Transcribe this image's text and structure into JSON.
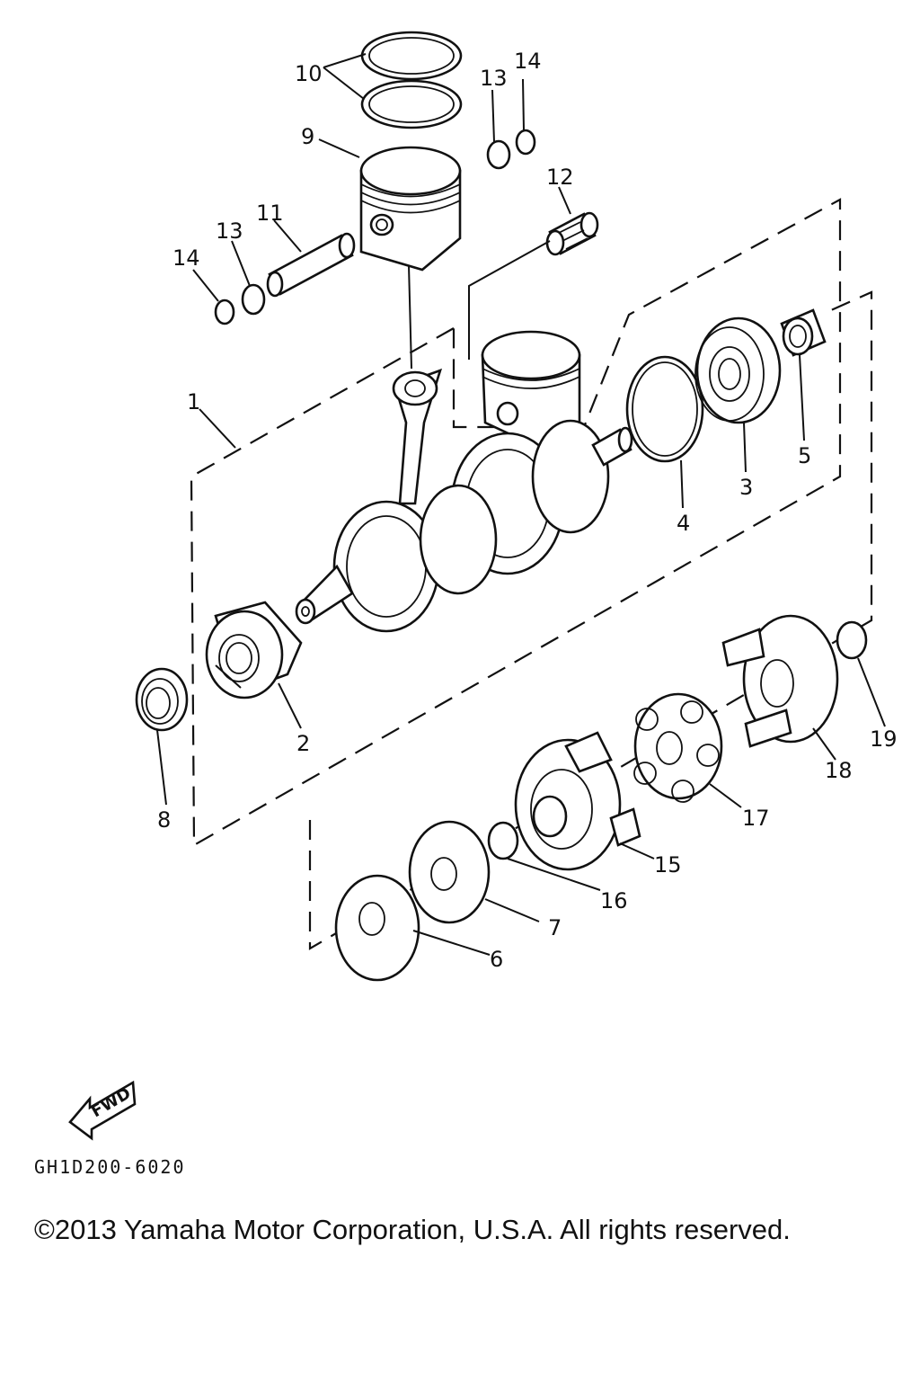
{
  "diagram": {
    "callouts": [
      "10",
      "13",
      "14",
      "9",
      "12",
      "11",
      "13",
      "14",
      "1",
      "5",
      "3",
      "4",
      "2",
      "8",
      "19",
      "18",
      "17",
      "15",
      "16",
      "7",
      "6"
    ],
    "fwd_label": "FWD",
    "drawing_code": "GH1D200-6020"
  },
  "footer": {
    "copyright": "©2013 Yamaha Motor Corporation, U.S.A. All rights reserved."
  }
}
